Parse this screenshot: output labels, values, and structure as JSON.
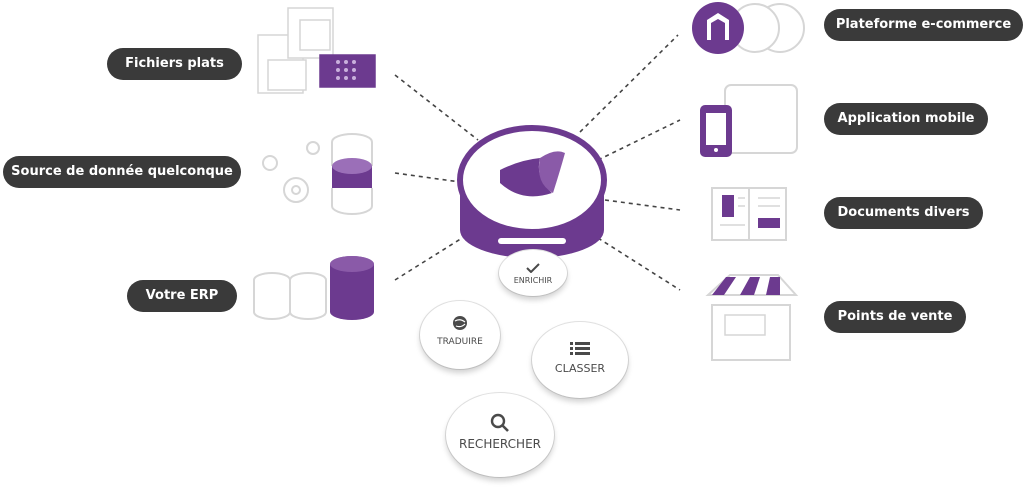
{
  "sources": {
    "flat_files": "Fichiers plats",
    "any_data_source": "Source de donnée quelconque",
    "erp": "Votre ERP"
  },
  "targets": {
    "ecommerce": "Plateforme e-commerce",
    "mobile_app": "Application mobile",
    "documents": "Documents divers",
    "points_of_sale": "Points de vente"
  },
  "actions": {
    "enrich": "ENRICHIR",
    "translate": "TRADUIRE",
    "classify": "CLASSER",
    "search": "RECHERCHER"
  },
  "colors": {
    "accent": "#6c3a8f",
    "accent_light": "#9b6fb8",
    "pill_bg": "#3a3a3a",
    "outline": "#d6d6d6"
  },
  "icons": {
    "hub": "akeneo-logo",
    "ecommerce": "magento-logo",
    "translate": "globe-icon",
    "classify": "list-icon",
    "search": "magnifier-icon",
    "enrich": "checkmark-icon"
  }
}
